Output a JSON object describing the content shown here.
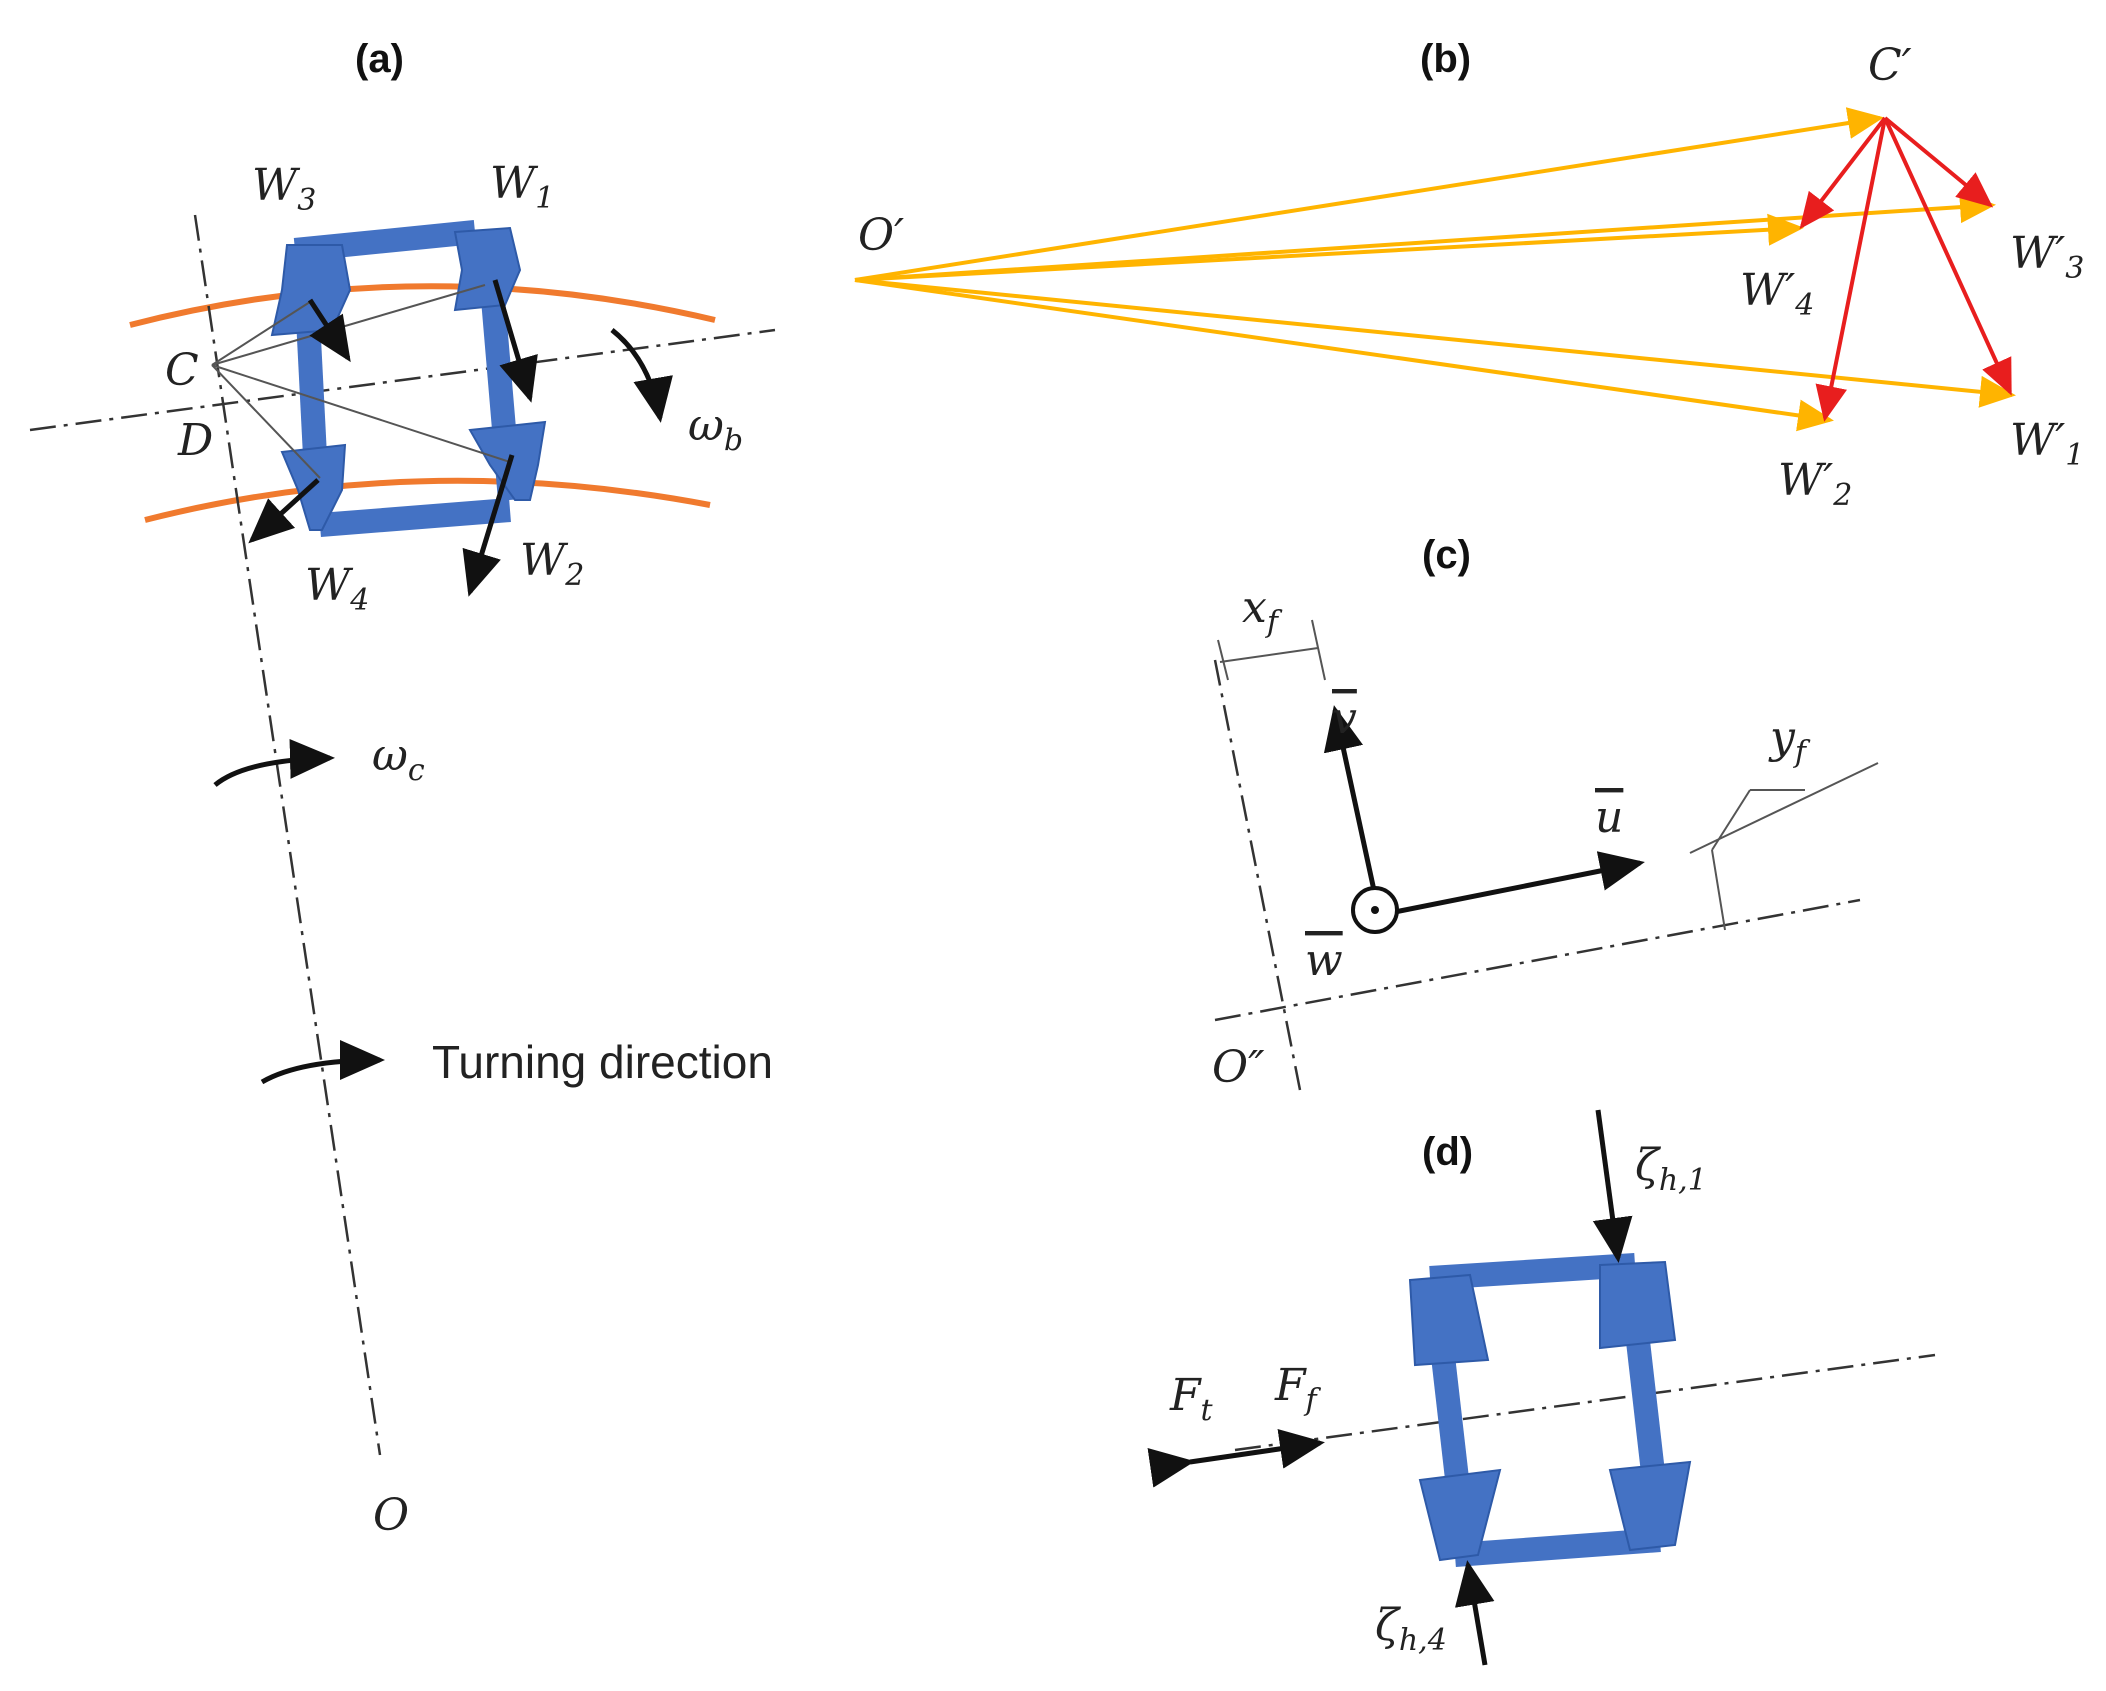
{
  "panels": {
    "a": "(a)",
    "b": "(b)",
    "c": "(c)",
    "d": "(d)"
  },
  "panel_a": {
    "wheels": {
      "w1": "W",
      "w1_sub": "1",
      "w2": "W",
      "w2_sub": "2",
      "w3": "W",
      "w3_sub": "3",
      "w4": "W",
      "w4_sub": "4"
    },
    "point_c": "C",
    "point_d": "D",
    "point_o": "O",
    "omega_b": "ω",
    "omega_b_sub": "b",
    "omega_c": "ω",
    "omega_c_sub": "c",
    "turning_direction": "Turning direction"
  },
  "panel_b": {
    "origin": "O′",
    "point_c": "C′",
    "w1": "W′",
    "w1_sub": "1",
    "w2": "W′",
    "w2_sub": "2",
    "w3": "W′",
    "w3_sub": "3",
    "w4": "W′",
    "w4_sub": "4"
  },
  "panel_c": {
    "xf": "x",
    "xf_sub": "f",
    "yf": "y",
    "yf_sub": "f",
    "u": "u",
    "v": "v",
    "w": "w",
    "origin": "O″"
  },
  "panel_d": {
    "zeta1": "ζ",
    "zeta1_sub": "h,1",
    "zeta4": "ζ",
    "zeta4_sub": "h,4",
    "ft": "F",
    "ft_sub": "t",
    "ff": "F",
    "ff_sub": "f"
  },
  "colors": {
    "wheel_blue": "#4472C4",
    "rail_orange": "#F07A2E",
    "vector_gold": "#FFB400",
    "vector_red": "#E81E1E"
  }
}
